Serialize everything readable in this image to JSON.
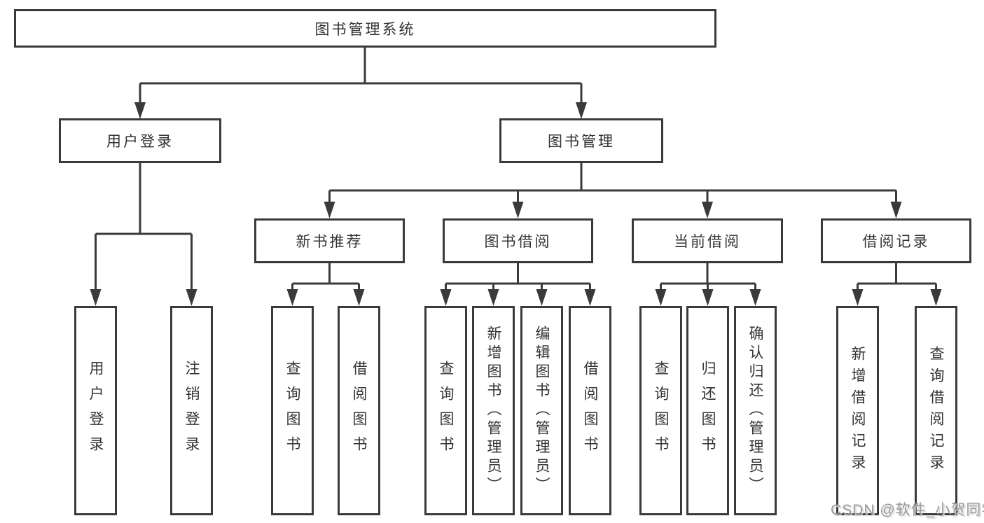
{
  "diagram": {
    "root": "图书管理系统",
    "level1": {
      "user_login": "用户登录",
      "book_mgmt": "图书管理"
    },
    "level2": {
      "new_books": "新书推荐",
      "book_borrow": "图书借阅",
      "current_borrow": "当前借阅",
      "borrow_records": "借阅记录"
    },
    "leaves": {
      "user_login": [
        "用户登录",
        "注销登录"
      ],
      "new_books": [
        "查询图书",
        "借阅图书"
      ],
      "book_borrow": [
        "查询图书",
        "新增图书（管理员）",
        "编辑图书（管理员）",
        "借阅图书"
      ],
      "current_borrow": [
        "查询图书",
        "归还图书",
        "确认归还（管理员）"
      ],
      "borrow_records": [
        "新增借阅记录",
        "查询借阅记录"
      ]
    },
    "watermark": "CSDN @软件_小贺同学",
    "colors": {
      "line": "#3a3a3a",
      "text": "#333333",
      "watermark": "#9a9a9a",
      "background": "#ffffff"
    }
  }
}
